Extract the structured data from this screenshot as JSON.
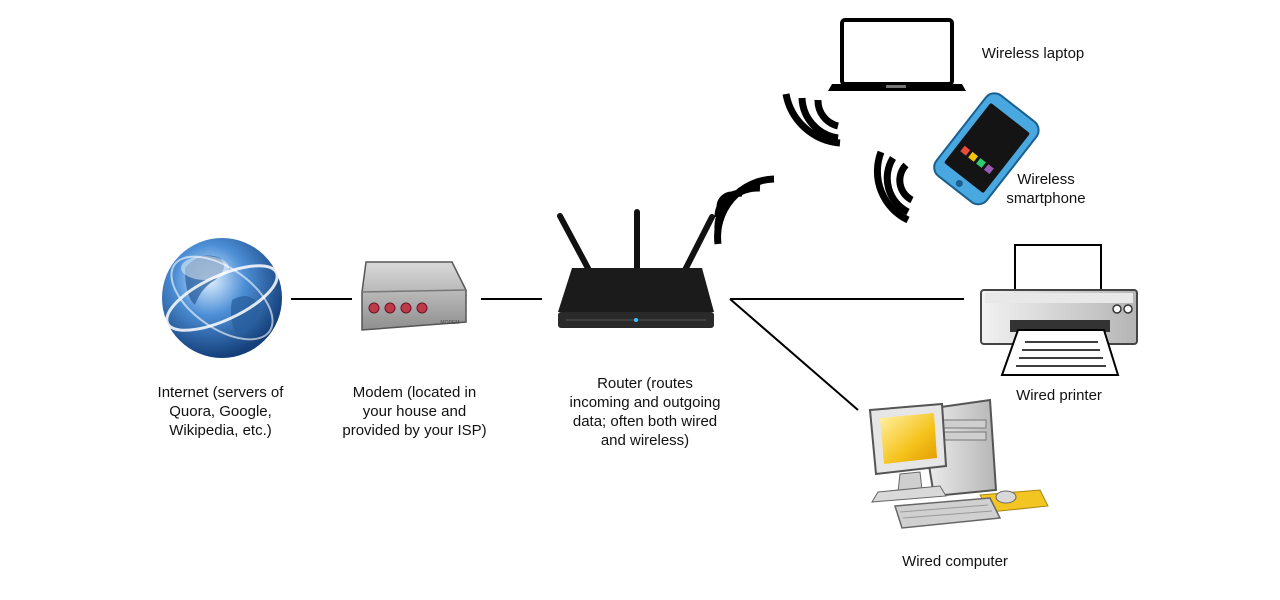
{
  "colors": {
    "line": "#000000",
    "globe": "#2f6fb5",
    "modem_led": "#c0394b",
    "router": "#1b1b1b",
    "phone": "#4aa8e0",
    "monitor_screen": "#f5c21b",
    "mouse_pad": "#f2c522"
  },
  "nodes": {
    "internet": {
      "icon": "globe-icon",
      "label_lines": [
        "Internet (servers of",
        "Quora, Google,",
        "Wikipedia, etc.)"
      ]
    },
    "modem": {
      "icon": "modem-icon",
      "device_text": "MODEM",
      "label_lines": [
        "Modem (located in",
        "your house and",
        "provided by your ISP)"
      ]
    },
    "router": {
      "icon": "router-icon",
      "label_lines": [
        "Router (routes",
        "incoming and outgoing",
        "data; often both wired",
        "and wireless)"
      ]
    },
    "laptop": {
      "icon": "laptop-icon",
      "label_lines": [
        "Wireless laptop"
      ]
    },
    "smartphone": {
      "icon": "smartphone-icon",
      "label_lines": [
        "Wireless",
        "smartphone"
      ]
    },
    "printer": {
      "icon": "printer-icon",
      "label_lines": [
        "Wired printer"
      ]
    },
    "computer": {
      "icon": "desktop-computer-icon",
      "label_lines": [
        "Wired computer"
      ]
    }
  },
  "connections": [
    {
      "from": "internet",
      "to": "modem",
      "type": "wired"
    },
    {
      "from": "modem",
      "to": "router",
      "type": "wired"
    },
    {
      "from": "router",
      "to": "printer",
      "type": "wired"
    },
    {
      "from": "router",
      "to": "computer",
      "type": "wired"
    },
    {
      "from": "router",
      "to": "laptop",
      "type": "wireless"
    },
    {
      "from": "router",
      "to": "smartphone",
      "type": "wireless"
    }
  ]
}
